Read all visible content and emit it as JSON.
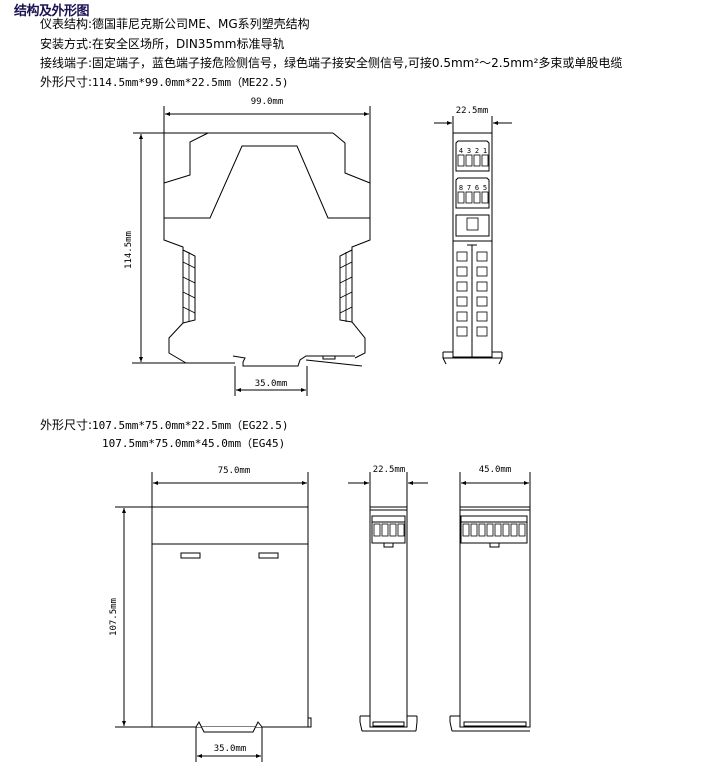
{
  "header": {
    "title": "结构及外形图"
  },
  "specs": [
    {
      "label": "仪表结构:",
      "value": "德国菲尼克斯公司ME、MG系列塑壳结构"
    },
    {
      "label": "安装方式:",
      "value": "在安全区场所，DIN35mm标准导轨"
    },
    {
      "label": "接线端子:",
      "value": "固定端子，蓝色端子接危险侧信号，绿色端子接安全侧信号,可接0.5mm²～2.5mm²多束或单股电缆"
    },
    {
      "label": "外形尺寸:",
      "value": "114.5mm*99.0mm*22.5mm（ME22.5)"
    }
  ],
  "specs2": {
    "label": "外形尺寸:",
    "values": [
      "107.5mm*75.0mm*22.5mm（EG22.5)",
      "107.5mm*75.0mm*45.0mm（EG45)"
    ]
  },
  "drawing_me": {
    "width_label": "99.0mm",
    "height_label": "114.5mm",
    "rail_label": "35.0mm",
    "side_width_label": "22.5mm",
    "terminals_top": [
      "4",
      "3",
      "2",
      "1"
    ],
    "terminals_bottom": [
      "8",
      "7",
      "6",
      "5"
    ]
  },
  "drawing_eg": {
    "width_label": "75.0mm",
    "height_label": "107.5mm",
    "rail_label": "35.0mm",
    "side_width_label_1": "22.5mm",
    "side_width_label_2": "45.0mm"
  }
}
